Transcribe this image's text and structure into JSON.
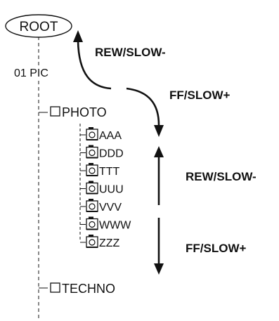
{
  "root": {
    "label": "ROOT"
  },
  "level1": {
    "label": "01 PIC"
  },
  "folders": [
    {
      "label": "PHOTO",
      "icon": "folder-icon"
    },
    {
      "label": "TECHNO",
      "icon": "folder-icon"
    }
  ],
  "files": [
    {
      "label": "AAA",
      "icon": "camera-icon"
    },
    {
      "label": "DDD",
      "icon": "camera-icon"
    },
    {
      "label": "TTT",
      "icon": "camera-icon"
    },
    {
      "label": "UUU",
      "icon": "camera-icon"
    },
    {
      "label": "VVV",
      "icon": "camera-icon"
    },
    {
      "label": "WWW",
      "icon": "camera-icon"
    },
    {
      "label": "ZZZ",
      "icon": "camera-icon"
    }
  ],
  "controls": {
    "curve_up": "REW/SLOW-",
    "curve_down": "FF/SLOW+",
    "straight_up": "REW/SLOW-",
    "straight_down": "FF/SLOW+"
  },
  "colors": {
    "ink": "#111111",
    "background": "#ffffff"
  }
}
